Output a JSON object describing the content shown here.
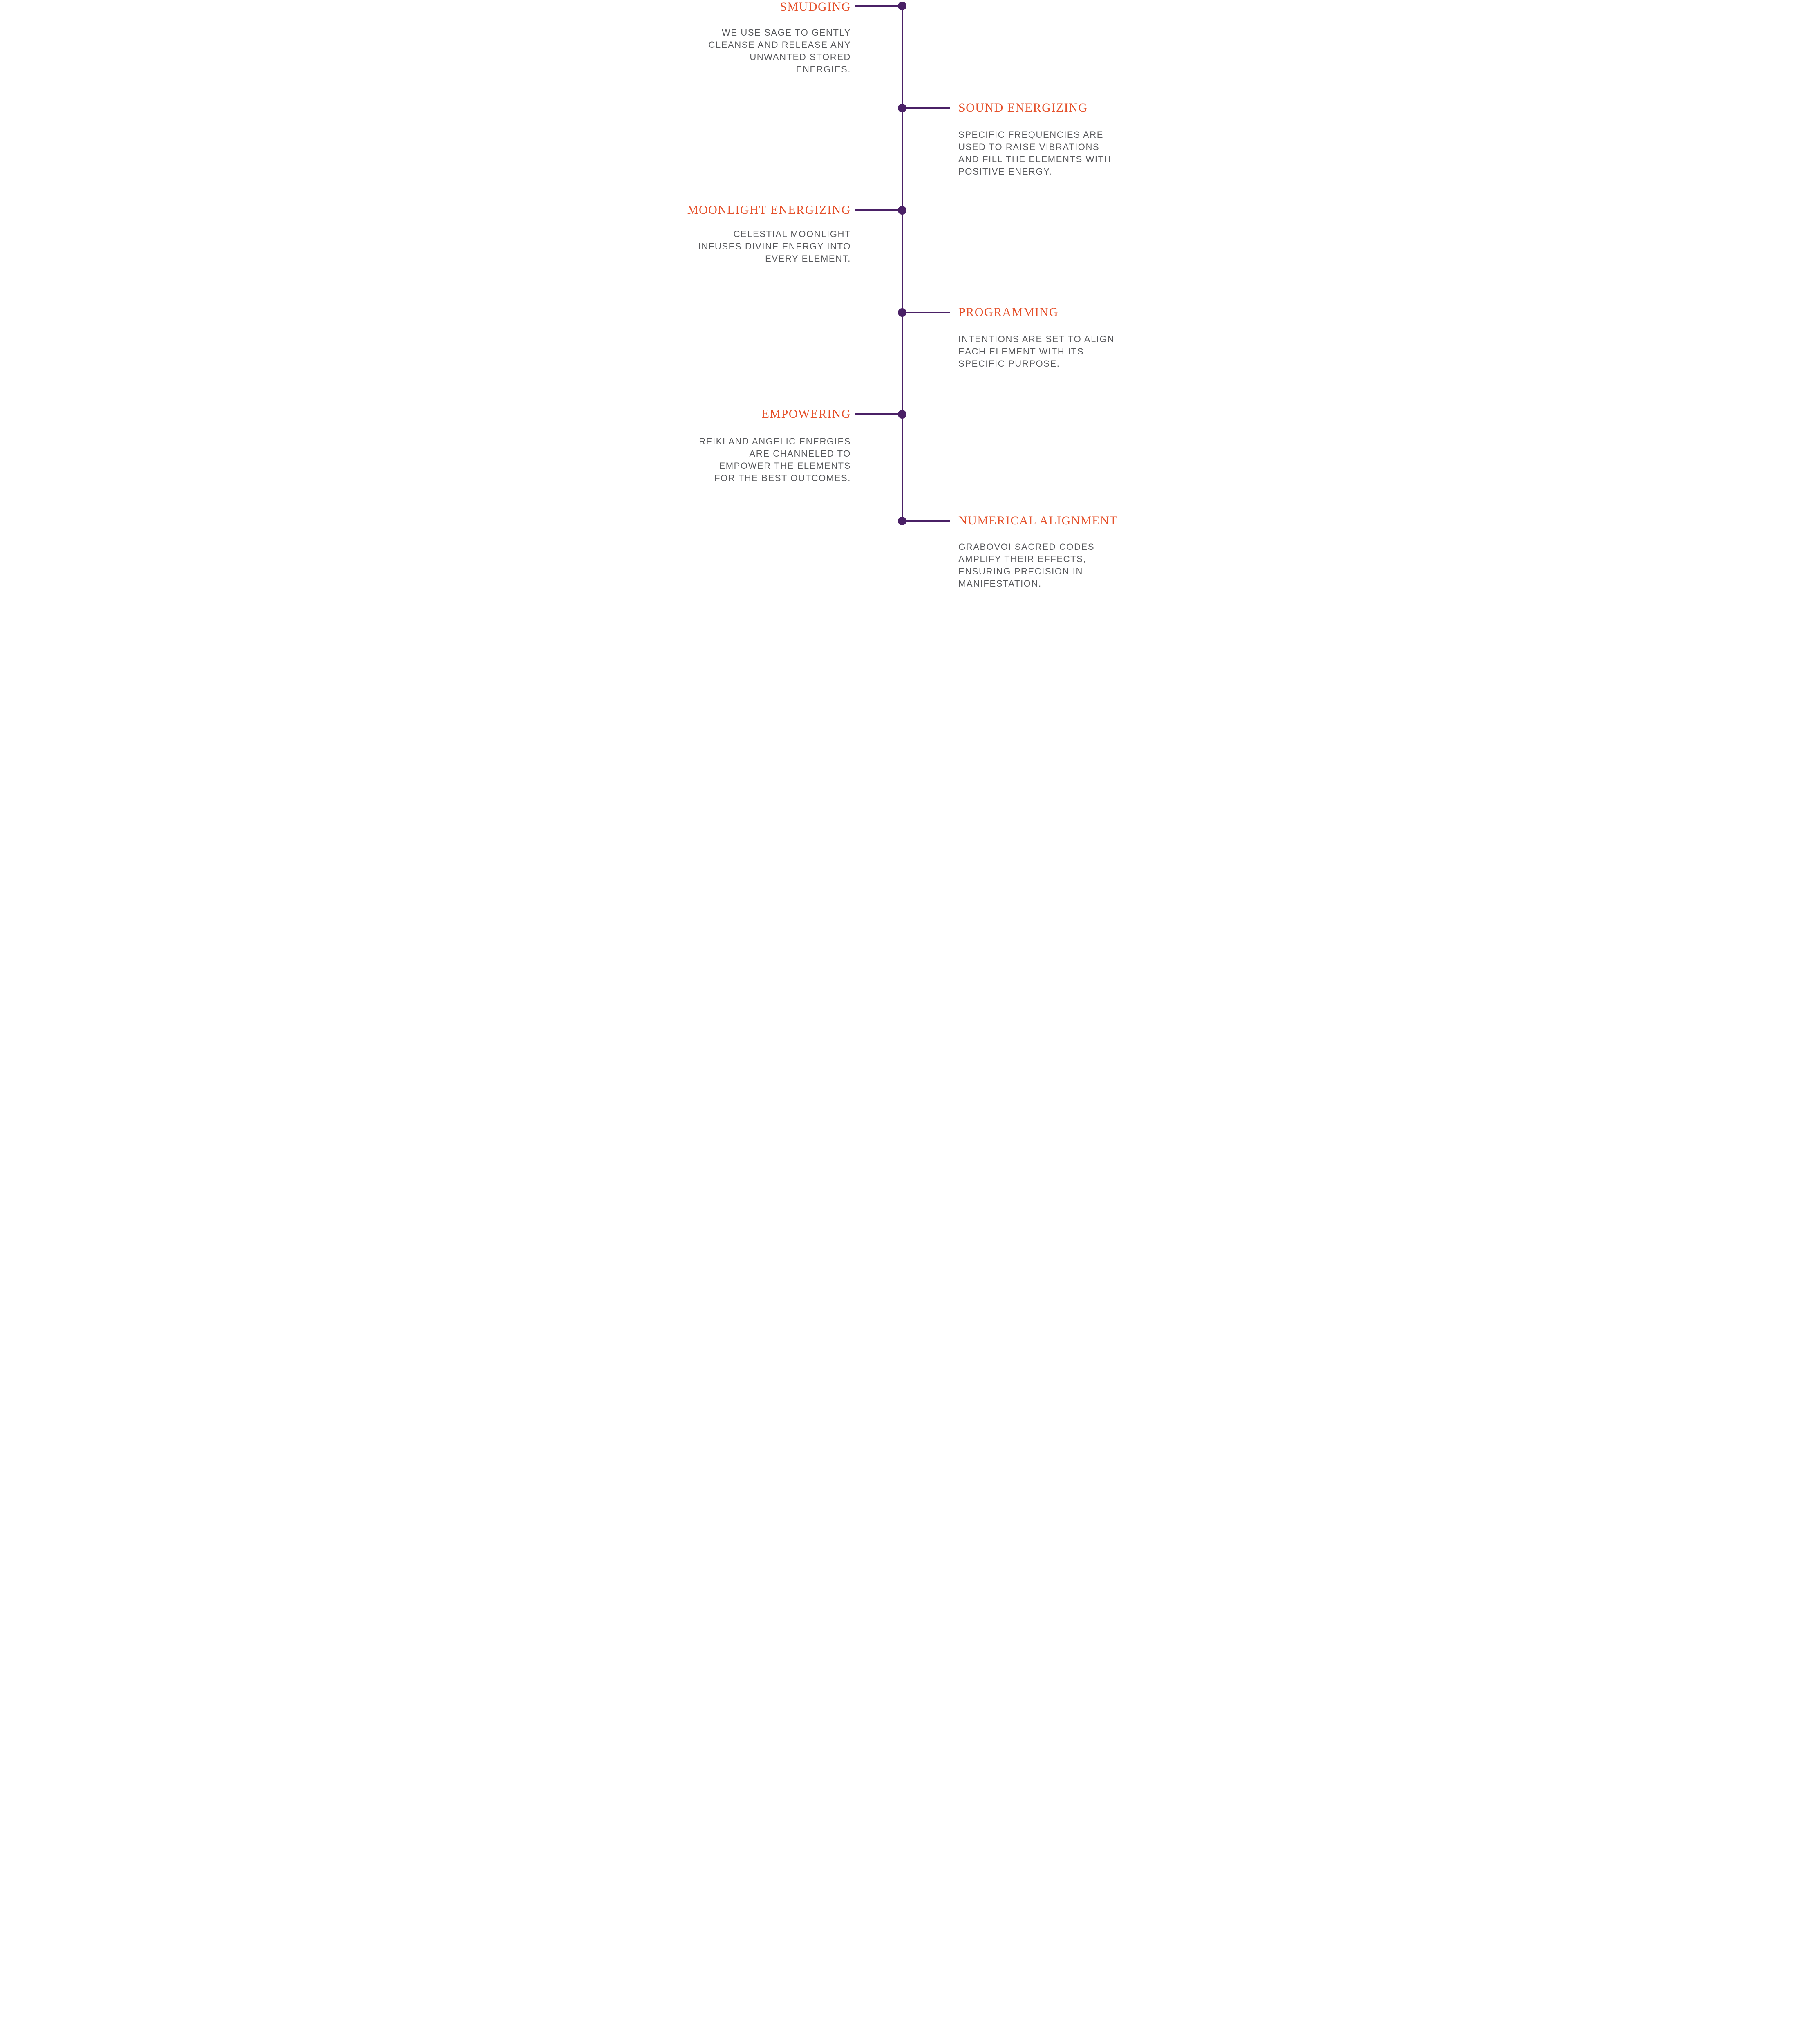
{
  "colors": {
    "accent_orange": "#E5502A",
    "line_purple": "#4A2066",
    "body_gray": "#57585B"
  },
  "timeline": {
    "items": [
      {
        "side": "left",
        "title": "SMUDGING",
        "body": [
          "WE USE SAGE TO GENTLY",
          "CLEANSE AND RELEASE ANY",
          "UNWANTED STORED",
          "ENERGIES."
        ]
      },
      {
        "side": "right",
        "title": "SOUND ENERGIZING",
        "body": [
          "SPECIFIC FREQUENCIES ARE",
          "USED TO RAISE VIBRATIONS",
          "AND FILL THE ELEMENTS WITH",
          "POSITIVE ENERGY."
        ]
      },
      {
        "side": "left",
        "title": "MOONLIGHT ENERGIZING",
        "body": [
          "CELESTIAL MOONLIGHT",
          "INFUSES DIVINE ENERGY INTO",
          "EVERY ELEMENT."
        ]
      },
      {
        "side": "right",
        "title": "PROGRAMMING",
        "body": [
          "INTENTIONS ARE SET TO ALIGN",
          "EACH ELEMENT WITH ITS",
          "SPECIFIC PURPOSE."
        ]
      },
      {
        "side": "left",
        "title": "EMPOWERING",
        "body": [
          "REIKI AND ANGELIC ENERGIES",
          "ARE CHANNELED TO",
          "EMPOWER THE ELEMENTS",
          "FOR THE BEST OUTCOMES."
        ]
      },
      {
        "side": "right",
        "title": "NUMERICAL ALIGNMENT",
        "body": [
          "GRABOVOI SACRED CODES",
          "AMPLIFY THEIR EFFECTS,",
          "ENSURING PRECISION IN",
          "MANIFESTATION."
        ]
      }
    ]
  }
}
